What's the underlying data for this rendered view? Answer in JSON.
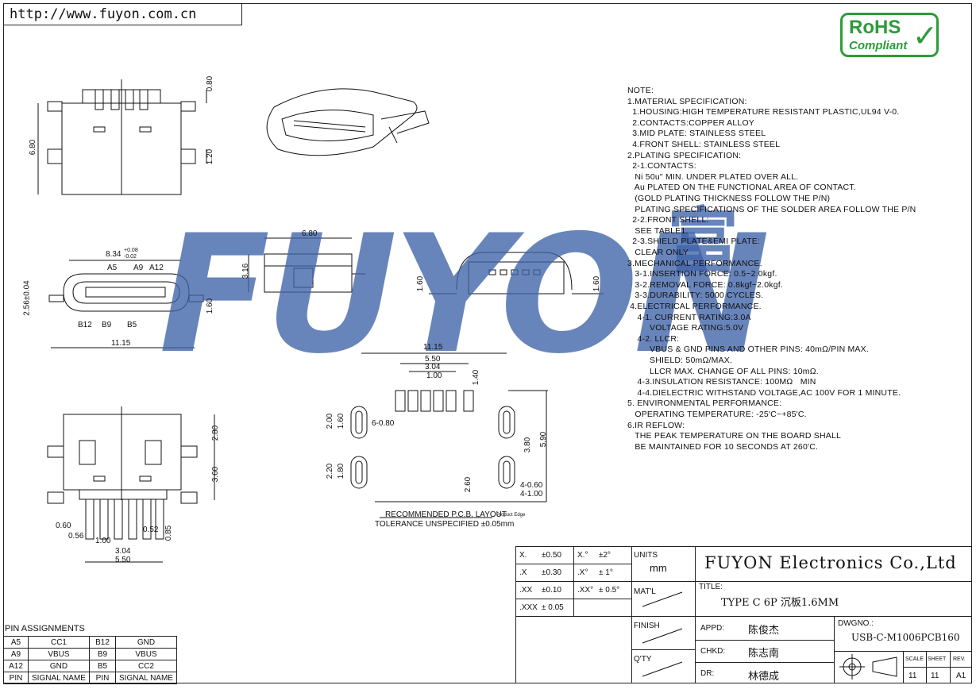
{
  "url": "http://www.fuyon.com.cn",
  "rohs": {
    "line1": "RoHS",
    "line2": "Compliant"
  },
  "watermark": {
    "latin": "FUYON",
    "cn": "富"
  },
  "notes": [
    "NOTE:",
    "1.MATERIAL SPECIFICATION:",
    "  1.HOUSING:HIGH TEMPERATURE RESISTANT PLASTIC,UL94 V-0.",
    "  2.CONTACTS:COPPER ALLOY",
    "  3.MID PLATE: STAINLESS STEEL",
    "  4.FRONT SHELL: STAINLESS STEEL",
    "2.PLATING SPECIFICATION:",
    "  2-1.CONTACTS:",
    "   Ni 50u\" MIN. UNDER PLATED OVER ALL.",
    "   Au PLATED ON THE FUNCTIONAL AREA OF CONTACT.",
    "   (GOLD PLATING THICKNESS FOLLOW THE P/N)",
    "   PLATING SPECIFICATIONS OF THE SOLDER AREA FOLLOW THE P/N",
    "  2-2.FRONT SHELL:",
    "   SEE TABLE1.",
    "  2-3.SHIELD PLATE&EMI PLATE:",
    "   CLEAR ONLY",
    "3.MECHANICAL PERFORMANCE.",
    "   3-1.INSERTION FORCE: 0.5~2.0kgf.",
    "   3-2.REMOVAL FORCE: 0.8kgf~2.0kgf.",
    "   3-3.DURABILITY: 5000 CYCLES.",
    " 4.ELECTRICAL PERFORMANCE.",
    "    4-1. CURRENT RATING:3.0A",
    "         VOLTAGE RATING:5.0V",
    "    4-2. LLCR:",
    "         VBUS & GND PINS AND OTHER PINS: 40mΩ/PIN MAX.",
    "         SHIELD: 50mΩ/MAX.",
    "         LLCR MAX. CHANGE OF ALL PINS: 10mΩ.",
    "    4-3.INSULATION RESISTANCE: 100MΩ   MIN",
    "    4-4.DIELECTRIC WITHSTAND VOLTAGE,AC 100V FOR 1 MINUTE.",
    "5. ENVIRONMENTAL PERFORMANCE:",
    "   OPERATING TEMPERATURE: -25'C~+85'C.",
    "6.IR REFLOW:",
    "   THE PEAK TEMPERATURE ON THE BOARD SHALL",
    "   BE MAINTAINED FOR 10 SECONDS AT 260'C."
  ],
  "dims": {
    "d080": "0.80",
    "d680v": "6.80",
    "d120": "1.20",
    "d834": "8.34",
    "d834tol_up": "+0.08",
    "d834tol_dn": "-0.02",
    "A5": "A5",
    "A9": "A9",
    "A12": "A12",
    "B12": "B12",
    "B9": "B9",
    "B5": "B5",
    "d256": "2.56±0.04",
    "d160a": "1.60",
    "d1115a": "11.15",
    "d680h": "6.80",
    "d316": "3.16",
    "d160b": "1.60",
    "d160c": "1.60",
    "d1115b": "11.15",
    "d550a": "5.50",
    "d304a": "3.04",
    "d100a": "1.00",
    "d140": "1.40",
    "d200": "2.00",
    "d160d": "1.60",
    "d6x080": "6-0.80",
    "d220": "2.20",
    "d180": "1.80",
    "d380": "3.80",
    "d590": "5.90",
    "d260": "2.60",
    "d4x060": "4-0.60",
    "d4x100": "4-1.00",
    "pcb_title": "RECOMMENDED   P.C.B. LAYOUT",
    "pcb_side": "Product Edge",
    "pcb_tol": "TOLERANCE UNSPECIFIED ±0.05mm",
    "d280": "2.80",
    "d360": "3.60",
    "d060": "0.60",
    "d056": "0.56",
    "d100b": "1.00",
    "d052": "0.52",
    "d085": "0.85",
    "d304b": "3.04",
    "d550b": "5.50"
  },
  "pin_assignments": {
    "title": "PIN ASSIGNMENTS",
    "rows": [
      [
        "A5",
        "CC1",
        "B12",
        "GND"
      ],
      [
        "A9",
        "VBUS",
        "B9",
        "VBUS"
      ],
      [
        "A12",
        "GND",
        "B5",
        "CC2"
      ],
      [
        "PIN",
        "SIGNAL NAME",
        "PIN",
        "SIGNAL NAME"
      ]
    ]
  },
  "title_block": {
    "tol": [
      [
        "X.",
        "±0.50",
        "X.°",
        "±2°"
      ],
      [
        ".X",
        "±0.30",
        ".X°",
        "± 1°"
      ],
      [
        ".XX",
        "±0.10",
        ".XX°",
        "± 0.5°"
      ],
      [
        ".XXX",
        "± 0.05",
        "",
        ""
      ]
    ],
    "units_label": "UNITS",
    "units_value": "mm",
    "matl_label": "MAT'L",
    "finish_label": "FINISH",
    "qty_label": "Q'TY",
    "company": "FUYON Electronics Co.,Ltd",
    "title_label": "TITLE:",
    "title_value": "TYPE C 6P 沉板1.6MM",
    "appd_label": "APPD:",
    "appd_value": "陈俊杰",
    "chkd_label": "CHKD:",
    "chkd_value": "陈志南",
    "dr_label": "DR:",
    "dr_value": "林德成",
    "dwgno_label": "DWGNO.:",
    "dwgno_value": "USB-C-M1006PCB160",
    "scale_label": "SCALE",
    "sheet_label": "SHEET",
    "rev_label": "REV.",
    "scale_value": "11",
    "sheet_value": "11",
    "rev_value": "A1"
  }
}
